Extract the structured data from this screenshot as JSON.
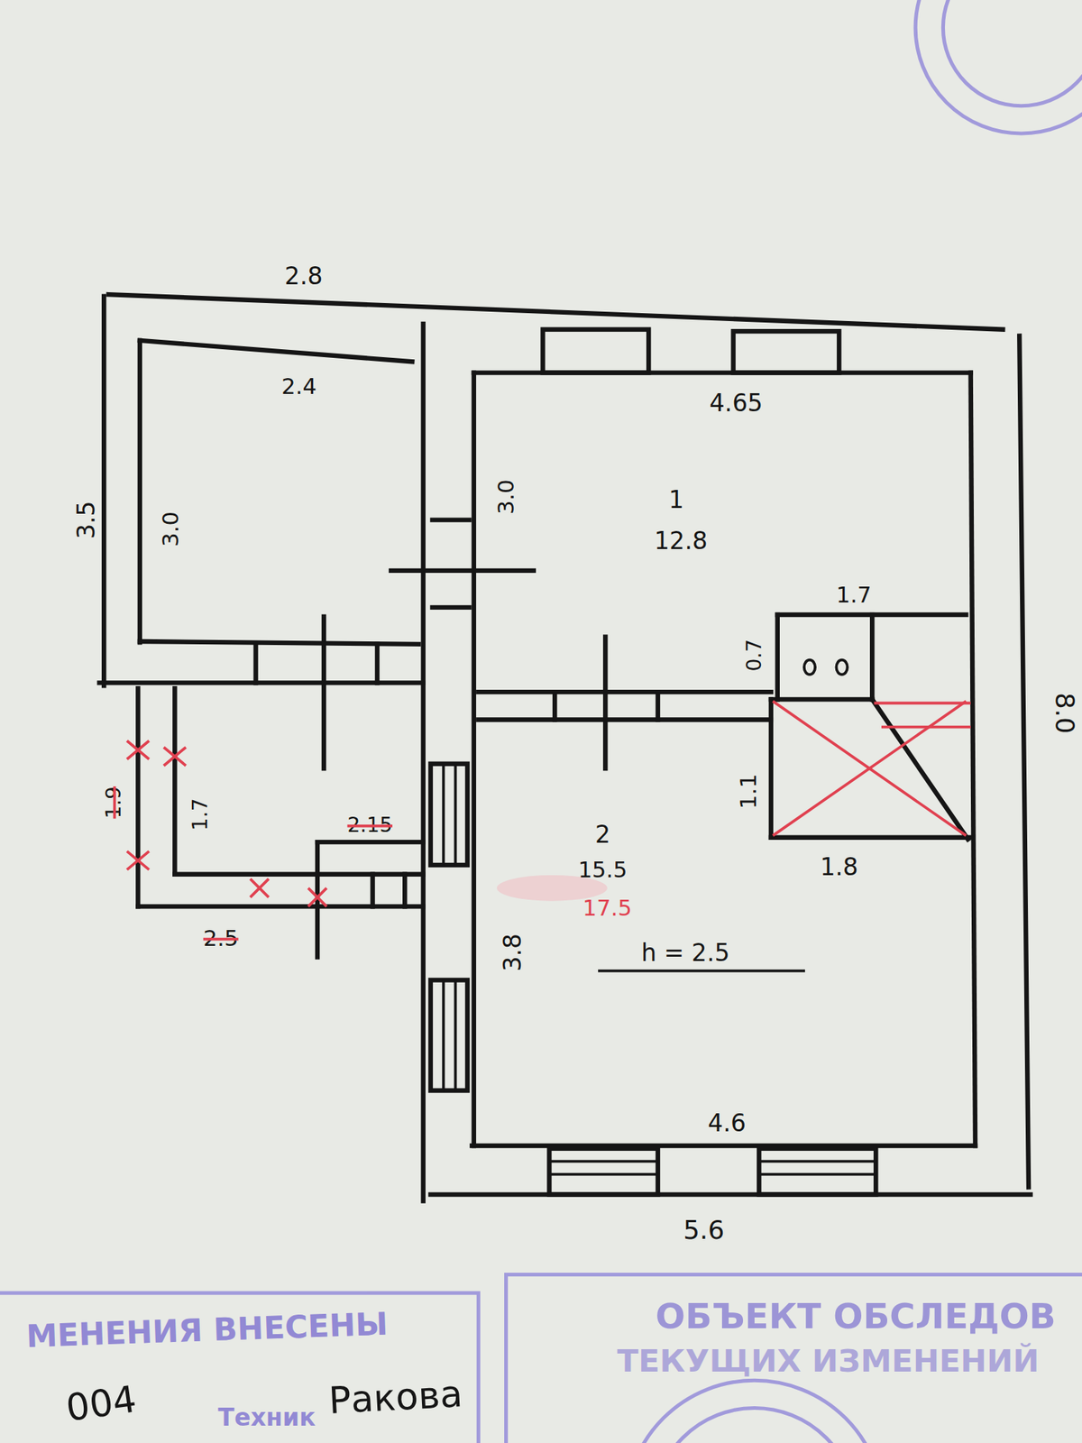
{
  "diagram": {
    "nodes": [
      {
        "text": [
          "1",
          "12.8"
        ]
      },
      {
        "text": [
          "2",
          "15.5",
          "17.5",
          "h = 2.5"
        ]
      }
    ],
    "labels": [
      "2.8",
      "2.4",
      "3.5",
      "3.0",
      "3.0",
      "4.65",
      "1.7",
      "0.7",
      "8.0",
      "1.1",
      "1.8",
      "3.8",
      "4.6",
      "5.6",
      "1.9",
      "1.7",
      "2.15",
      "2.5",
      "МЕНЕНИЯ ВНЕСЕНЫ",
      "ОБЪЕКТ ОБСЛЕДОВ",
      "ТЕКУЩИХ ИЗМЕНЕНИЙ",
      "004",
      "Техник",
      "Ракова"
    ]
  }
}
